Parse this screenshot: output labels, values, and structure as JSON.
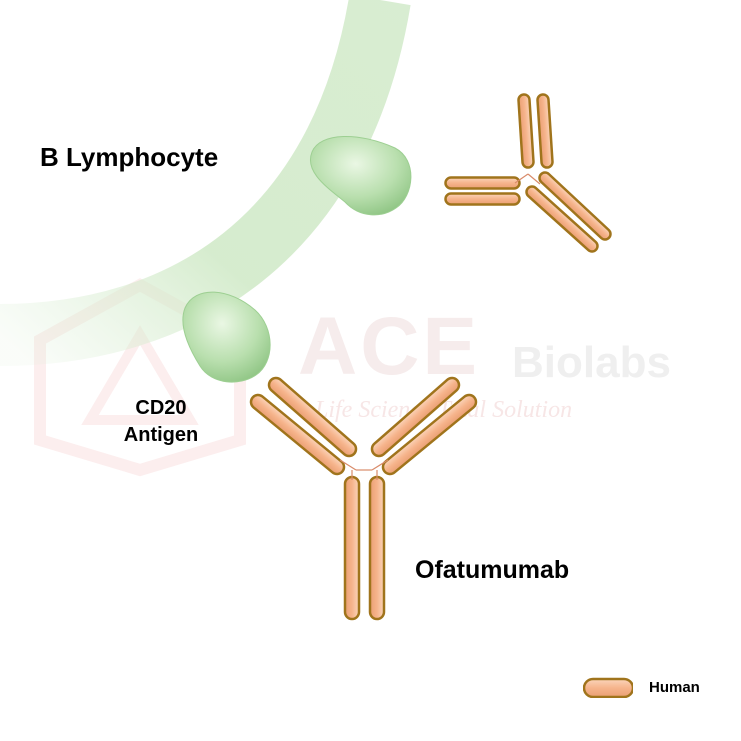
{
  "diagram": {
    "cell_label": "B Lymphocyte",
    "antigen_label_line1": "CD20",
    "antigen_label_line2": "Antigen",
    "antibody_label": "Ofatumumab"
  },
  "watermark": {
    "brand": "ACE",
    "brand_suffix": "Biolabs",
    "tagline": "Life Science Total Solution"
  },
  "legend": {
    "items": [
      {
        "label": "Human",
        "color": "#f6b48c"
      }
    ]
  },
  "colors": {
    "membrane": "#dcefd6",
    "antigen": "#b8deae",
    "chain_fill": "#f6b48c",
    "chain_edge": "#a0741c"
  }
}
